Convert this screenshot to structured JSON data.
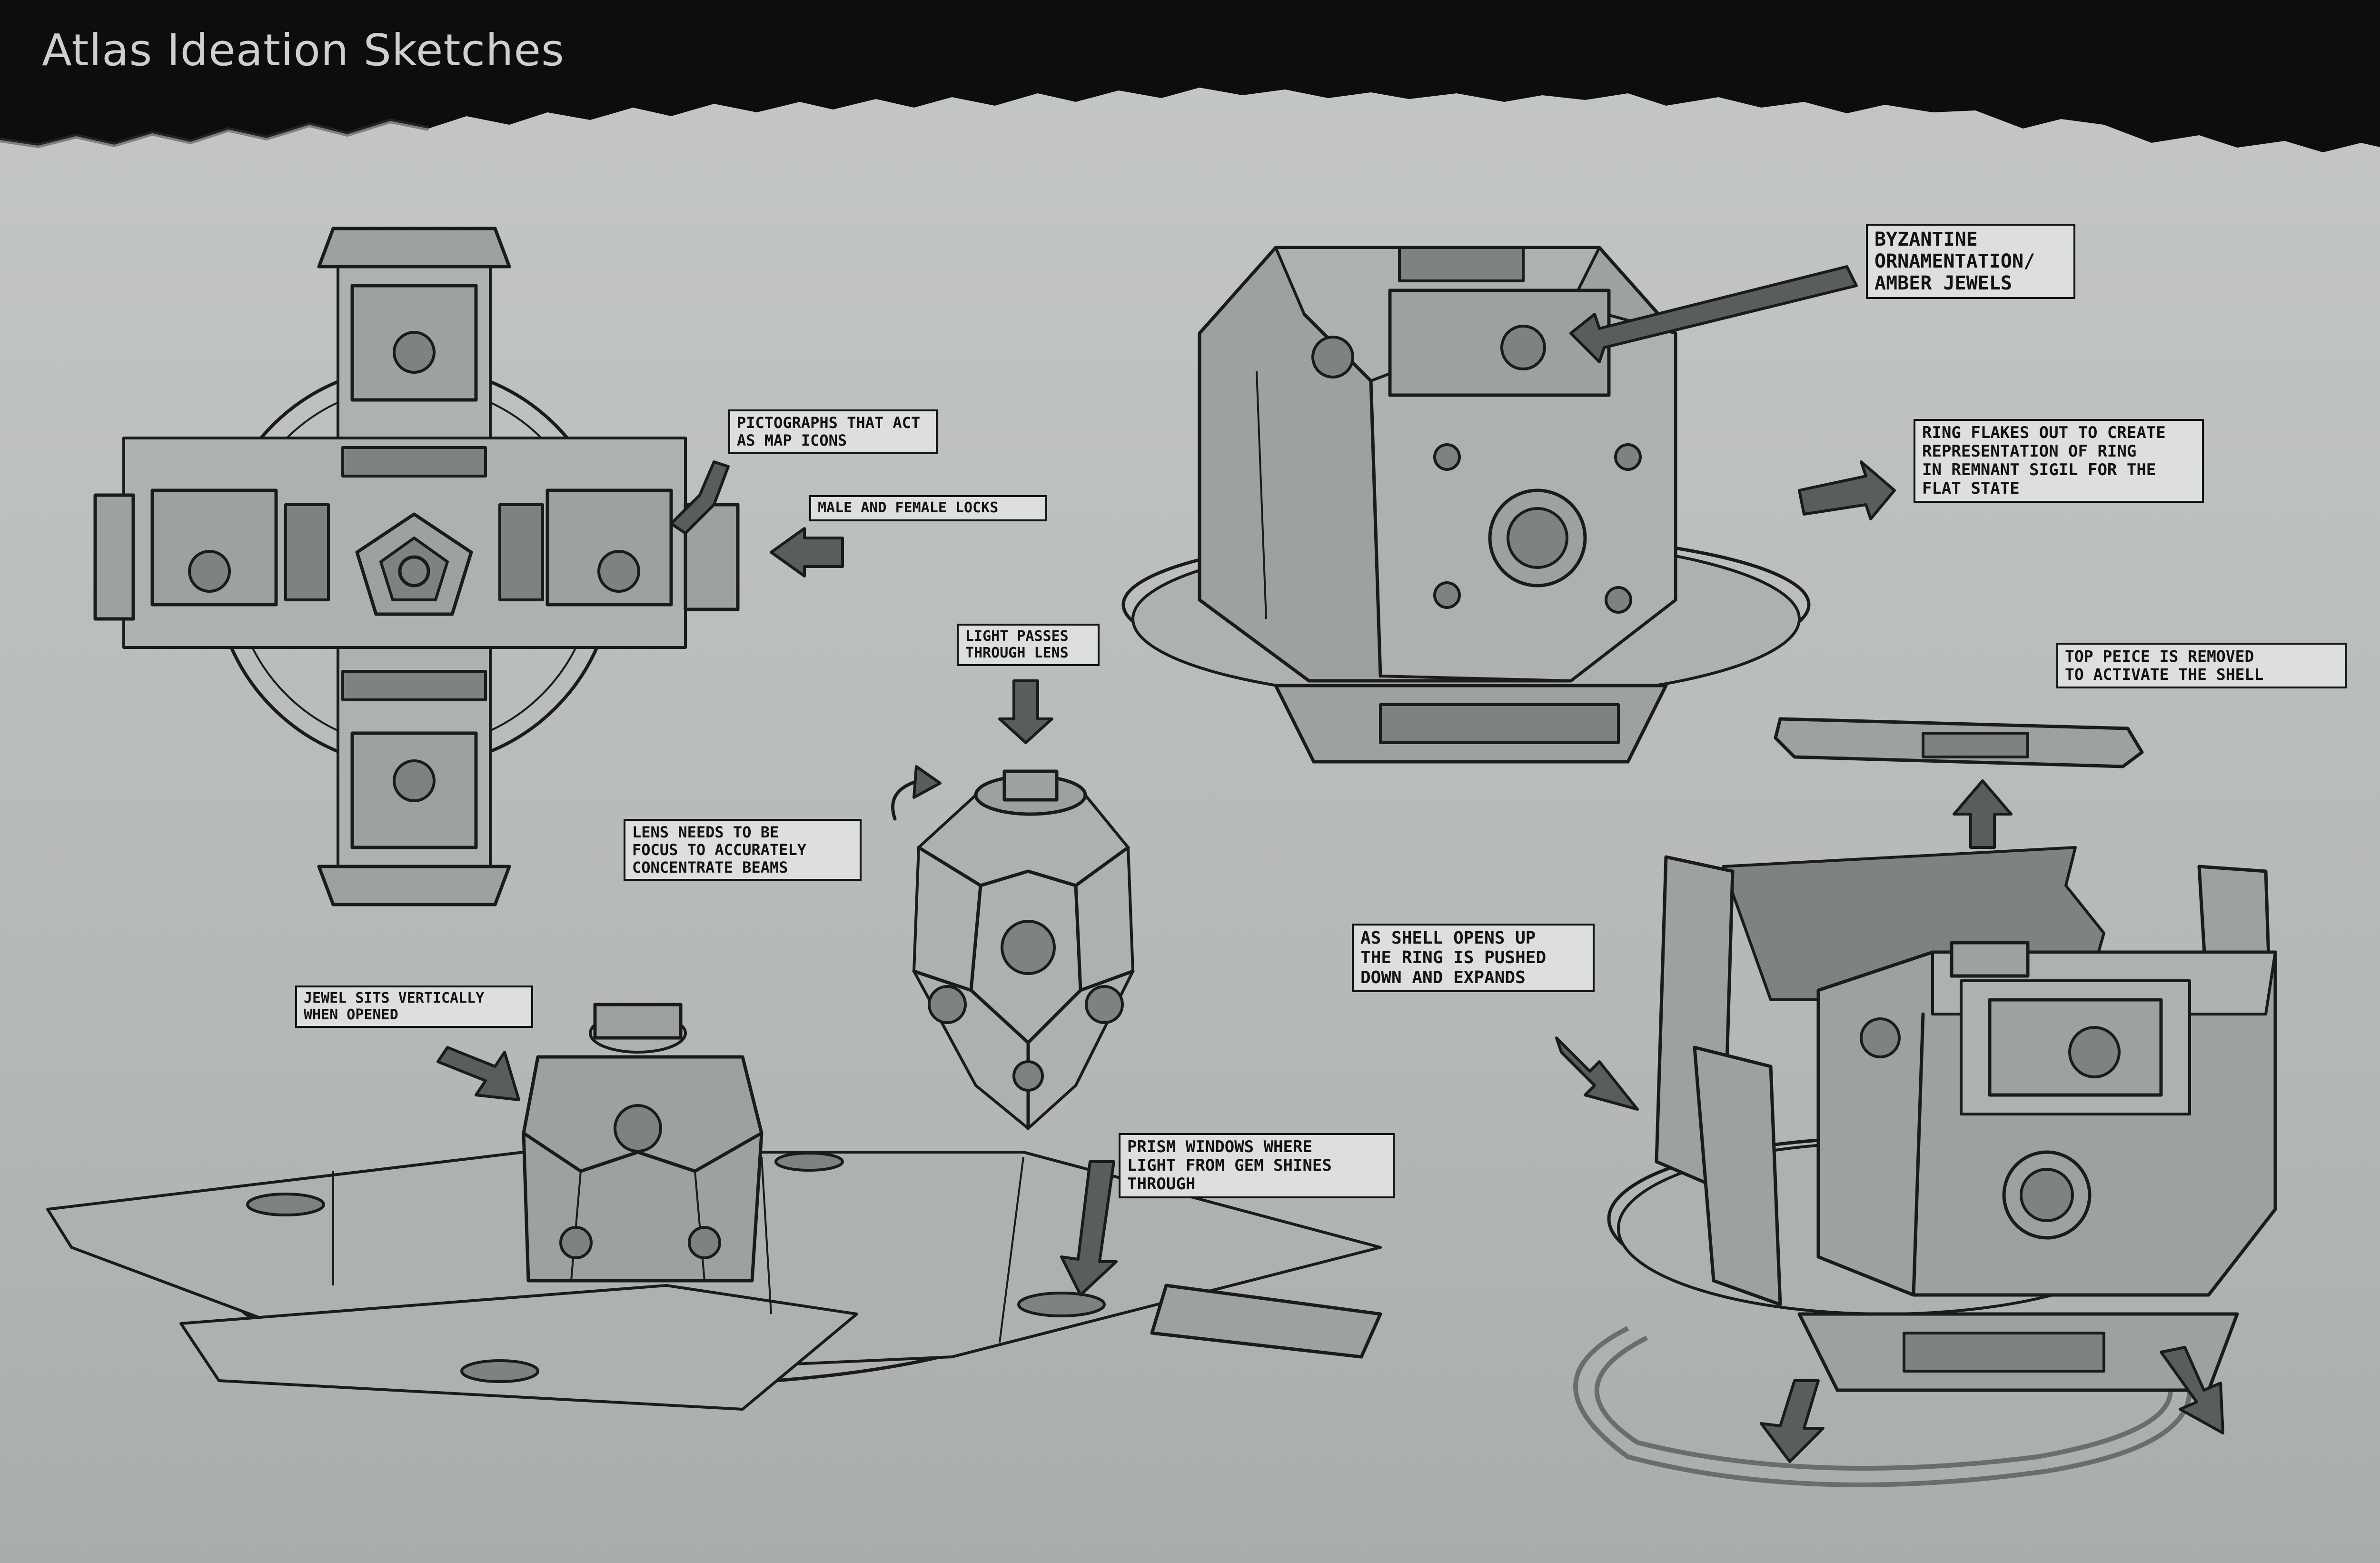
{
  "title": "Atlas Ideation Sketches",
  "colors": {
    "background": "#b9bcbd",
    "header": "#0d0d0d",
    "ink": "#1b1b1b",
    "note_fill": "#dcdedf"
  },
  "notes": {
    "pictographs": "Pictographs that act\nas map icons",
    "locks": "Male and female locks",
    "light_lens": "Light passes\nthrough lens",
    "lens_focus": "Lens needs to be\nfocus to accurately\nconcentrate beams",
    "jewel": "Jewel sits vertically\nwhen opened",
    "prism": "Prism windows where\nlight from gem shines\nthrough",
    "byzantine": "Byzantine\nornamentation/\nAmber jewels",
    "ring_flakes": "Ring flakes out to create\nrepresentation of ring\nin remnant sigil for the\nflat state",
    "top_piece": "Top peice is removed\nto activate the shell",
    "shell_opens": "As shell opens up\nthe ring is pushed\ndown and expands"
  }
}
